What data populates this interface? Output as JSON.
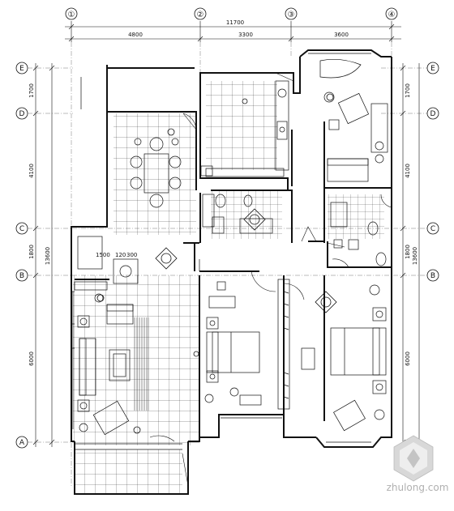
{
  "grid": {
    "columns": [
      "①",
      "②",
      "③",
      "④"
    ],
    "rows": [
      "E",
      "D",
      "C",
      "B",
      "A"
    ]
  },
  "dimensions": {
    "overall_width": "11700",
    "top_segments": [
      "4800",
      "3300",
      "3600"
    ],
    "left_segments": [
      "1700",
      "4100",
      "1800",
      "6000"
    ],
    "left_total": "13600",
    "right_segments": [
      "1700",
      "4100",
      "1800",
      "6000"
    ],
    "right_total": "13600",
    "small_dims": [
      "1500",
      "120",
      "300"
    ]
  },
  "watermark": {
    "text": "zhulong.com"
  }
}
